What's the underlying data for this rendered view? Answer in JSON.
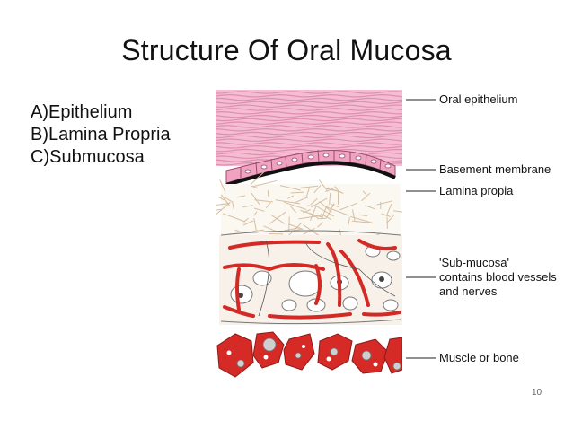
{
  "slide": {
    "title": "Structure Of Oral Mucosa",
    "list": [
      "A)Epithelium",
      "B)Lamina Propria",
      "C)Submucosa"
    ],
    "number": "10"
  },
  "figure": {
    "labels": {
      "oral_epithelium": "Oral epithelium",
      "basement_membrane": "Basement membrane",
      "lamina_propia": "Lamina propia",
      "submucosa_line1": "'Sub-mucosa'",
      "submucosa_line2": "contains blood vessels",
      "submucosa_line3": "and nerves",
      "muscle_bone": "Muscle or bone"
    },
    "colors": {
      "epithelium": "#f3b9cf",
      "epithelium_lines": "#de8fb0",
      "basal_cells": "#efa3c1",
      "basement_membrane": "#111111",
      "lamina_fibers": "#d8c2a6",
      "blood_vessel": "#d42a25",
      "muscle_bone": "#d62a27"
    }
  }
}
